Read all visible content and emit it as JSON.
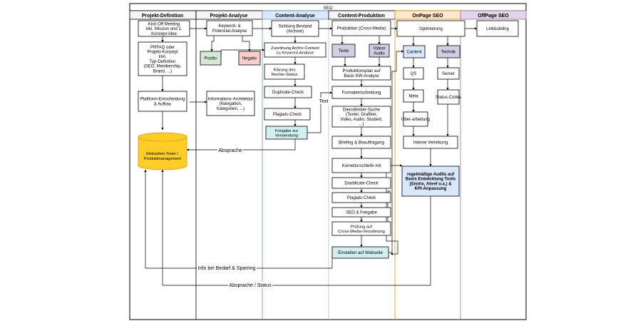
{
  "title": "SEO",
  "colors": {
    "pool_border": "#000000",
    "header_default": "#f5f5f5",
    "header_content_analyse": "#dae8fc",
    "header_onpage": "#ffe6cc",
    "header_offpage": "#e1d5e7",
    "lane_content_analyse": "#6c8ebf",
    "lane_content_produktion": "#a9c4eb",
    "lane_onpage": "#d79b00",
    "lane_offpage": "#9673a6",
    "box_default": "#ffffff",
    "box_green": "#d5e8d4",
    "box_red": "#f8cecc",
    "box_teal": "#d1eff0",
    "box_lavender": "#d0cee2",
    "box_blue": "#dae8fc",
    "database_fill": "#ffcd28",
    "database_stroke": "#d79b00"
  },
  "lanes": [
    {
      "id": "projekt-definition",
      "label": "Projekt-Definition"
    },
    {
      "id": "projekt-analyse",
      "label": "Projekt-Analyse"
    },
    {
      "id": "content-analyse",
      "label": "Content-Analyse"
    },
    {
      "id": "content-produktion",
      "label": "Content-Produktion"
    },
    {
      "id": "onpage-seo",
      "label": "OnPage SEO"
    },
    {
      "id": "offpage-seo",
      "label": "OffPage SEO"
    }
  ],
  "nodes": {
    "kickoff": "Kick-Off Meeting inkl. Mission und 1. Konzept-Idee",
    "prfaq": "PRFAQ oder Projekt-Konzept inkl. Typ-Definition (SEO, Membership, Brand, ...)",
    "plattform": "Plattform-Entscheidung & Aufbau",
    "database": "Webseiten-Team / Produktmanagement",
    "keyword": "Keyword- & Potenzial-Analyse",
    "positiv": "Positiv",
    "negativ": "Negativ",
    "infoarch": "Informations-Architektur (Navigation, Kategorien, ...)",
    "sichtung": "Sichtung Bestand (Archive)",
    "zuordnung": "Zuordnung Archiv-Content zu Keyword-Analyse",
    "klaerung": "Klärung des Rechte-Status",
    "duplicate1": "Duplicate-Check",
    "plagiats1": "Plagiats-Check",
    "freigabe": "Freigabe zur Verwendung",
    "produktion": "Produktion (Cross-Media)",
    "texte": "Texte",
    "video": "Video/ Audio",
    "prodplan": "Produktionsplan auf Basis KW-Analyse",
    "format": "Formatentscheidung",
    "dienst": "Dienstleister-Suche (Texter, Grafiker, Video, Audio, Student, ...)",
    "briefing": "Briefing & Beauftragung",
    "korrektur": "Korrekturschleife mit",
    "duplicate2": "Doublicate-Check",
    "plagiats2": "Plagiats-Check",
    "seofreigabe": "SEO & Freigabe",
    "pruefung": "Prüfung auf Cross-Media-Verzahnung",
    "einstellen": "Einstellen auf Webseite",
    "optimierung": "Optimierung",
    "content": "Content",
    "technik": "Technik",
    "qs": "QS",
    "meta": "Meta",
    "ueberarbeitung": "Über-arbeitung",
    "server": "Server",
    "statuscodes": "Status-Codes",
    "interne": "Interne Verlinkung",
    "audits": "regelmäßige Audits auf Basis Entwicklung Tools (Sistrix, Ahref o.a.) & KPI-Anpassung",
    "linkbuilding": "Linkbuilding"
  },
  "edge_labels": {
    "text": "Text",
    "absprache": "Absprache",
    "info": "Info bei Bedarf & Sparring",
    "absprache_status": "Absprache / Status"
  }
}
